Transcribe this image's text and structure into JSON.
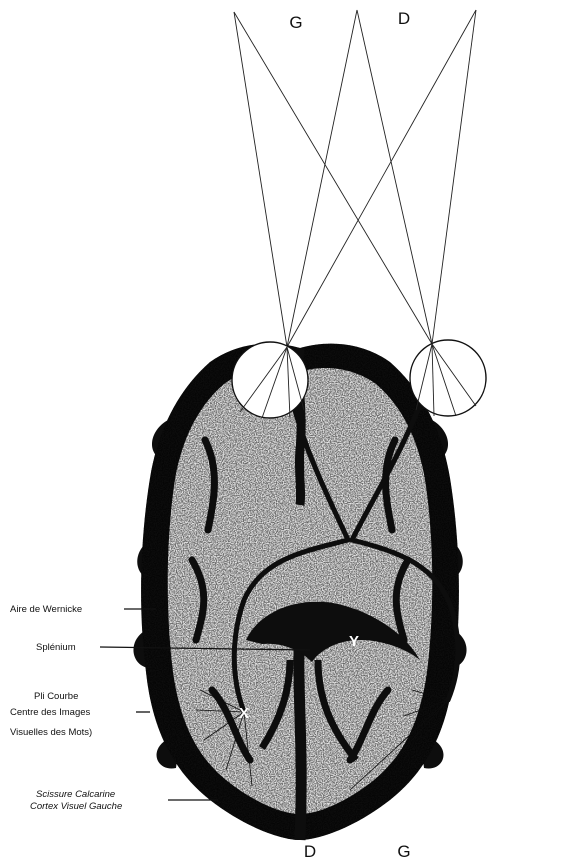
{
  "top_labels": {
    "left": "G",
    "right": "D"
  },
  "bottom_labels": {
    "left": "D",
    "right": "G"
  },
  "markers": {
    "x": "X",
    "y": "Y"
  },
  "annotations": {
    "wernicke": "Aire de Wernicke",
    "splenium": "Splénium",
    "gyrus_line1": "Pli Courbe",
    "gyrus_line2": "Centre des Images",
    "gyrus_line3": "Visuelles des Mots)",
    "visual_line1": "Scissure Calcarine",
    "visual_line2": "Cortex Visuel Gauche"
  },
  "colors": {
    "ink": "#111111",
    "white_matter": "#e4e4e4",
    "cortex": "#0d0d0d",
    "paper": "#ffffff"
  }
}
